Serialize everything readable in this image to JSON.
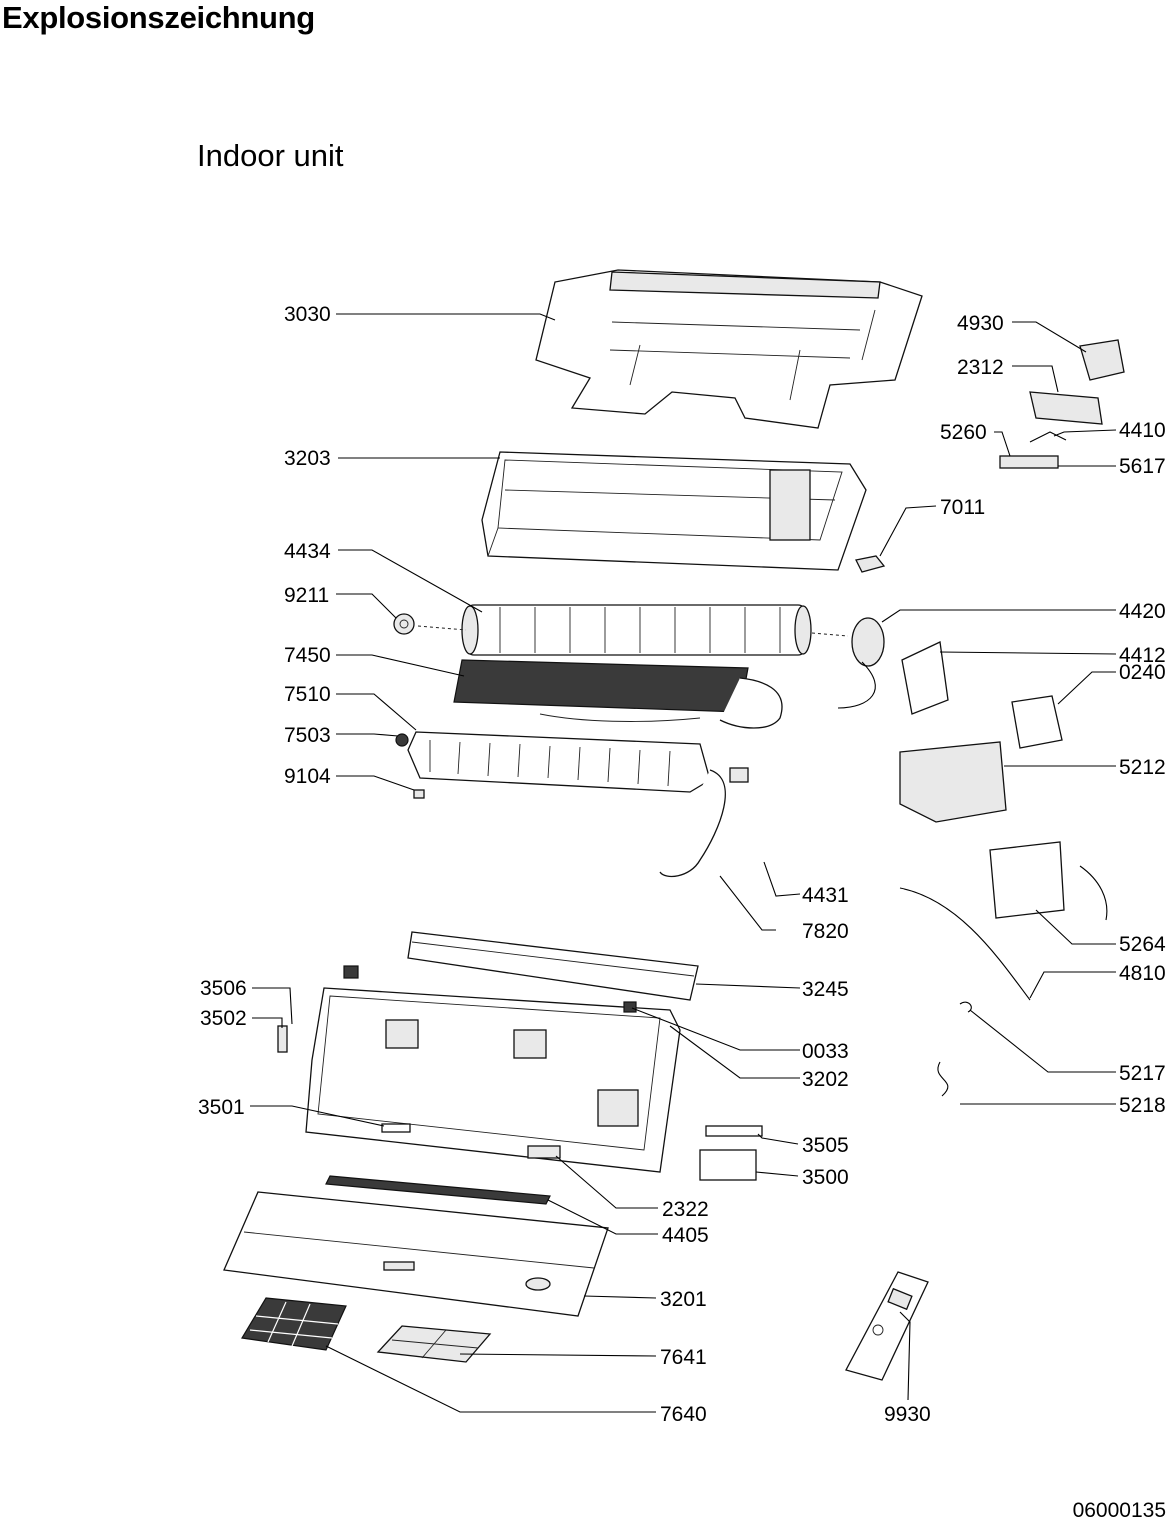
{
  "document": {
    "heading": "Explosionszeichnung",
    "subheading": "Indoor unit",
    "document_number": "06000135"
  },
  "callouts": [
    {
      "id": "3030"
    },
    {
      "id": "4930"
    },
    {
      "id": "2312"
    },
    {
      "id": "4410"
    },
    {
      "id": "5260"
    },
    {
      "id": "5617"
    },
    {
      "id": "3203"
    },
    {
      "id": "7011"
    },
    {
      "id": "4434"
    },
    {
      "id": "9211"
    },
    {
      "id": "4420"
    },
    {
      "id": "7450"
    },
    {
      "id": "4412"
    },
    {
      "id": "7510"
    },
    {
      "id": "0240"
    },
    {
      "id": "7503"
    },
    {
      "id": "9104"
    },
    {
      "id": "5212"
    },
    {
      "id": "4431"
    },
    {
      "id": "7820"
    },
    {
      "id": "5264"
    },
    {
      "id": "3506"
    },
    {
      "id": "3245"
    },
    {
      "id": "4810"
    },
    {
      "id": "3502"
    },
    {
      "id": "0033"
    },
    {
      "id": "3202"
    },
    {
      "id": "5217"
    },
    {
      "id": "5218"
    },
    {
      "id": "3501"
    },
    {
      "id": "3505"
    },
    {
      "id": "3500"
    },
    {
      "id": "2322"
    },
    {
      "id": "4405"
    },
    {
      "id": "3201"
    },
    {
      "id": "7641"
    },
    {
      "id": "7640"
    },
    {
      "id": "9930"
    }
  ]
}
